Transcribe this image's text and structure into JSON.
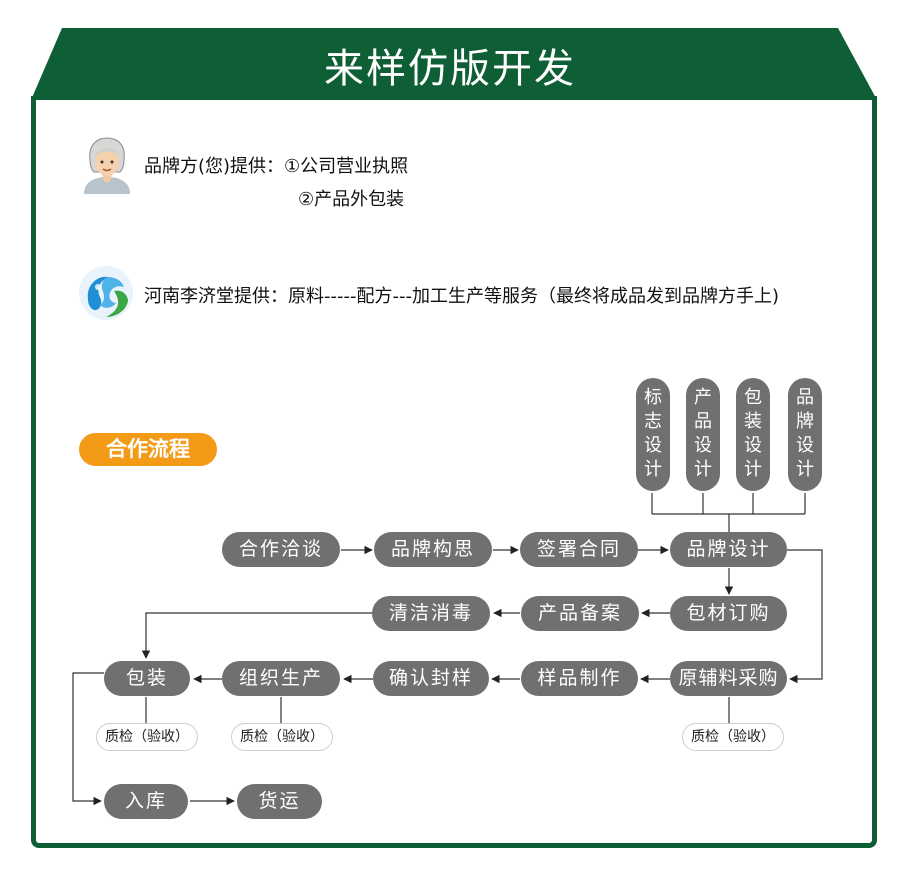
{
  "title": "来样仿版开发",
  "brand_side": {
    "label": "品牌方(您)提供：",
    "item1": "①公司营业执照",
    "item2": "②产品外包装"
  },
  "company_side": {
    "label": "河南李济堂提供：原料-----配方---加工生产等服务（最终将成品发到品牌方手上)"
  },
  "section_tag": "合作流程",
  "design_items": [
    {
      "chars": [
        "标",
        "志",
        "设",
        "计"
      ]
    },
    {
      "chars": [
        "产",
        "品",
        "设",
        "计"
      ]
    },
    {
      "chars": [
        "包",
        "装",
        "设",
        "计"
      ]
    },
    {
      "chars": [
        "品",
        "牌",
        "设",
        "计"
      ]
    }
  ],
  "steps": {
    "negotiate": "合作洽谈",
    "concept": "品牌构思",
    "contract": "签署合同",
    "brand_design": "品牌设计",
    "packaging_order": "包材订购",
    "product_filing": "产品备案",
    "clean": "清洁消毒",
    "raw_purchase": "原辅料采购",
    "sample": "样品制作",
    "confirm": "确认封样",
    "production": "组织生产",
    "pack": "包装",
    "warehouse": "入库",
    "ship": "货运"
  },
  "qc_label": "质检（验收）",
  "colors": {
    "banner_green": "#0e5e36",
    "pill_gray": "#707070",
    "tag_orange": "#f39b17"
  }
}
